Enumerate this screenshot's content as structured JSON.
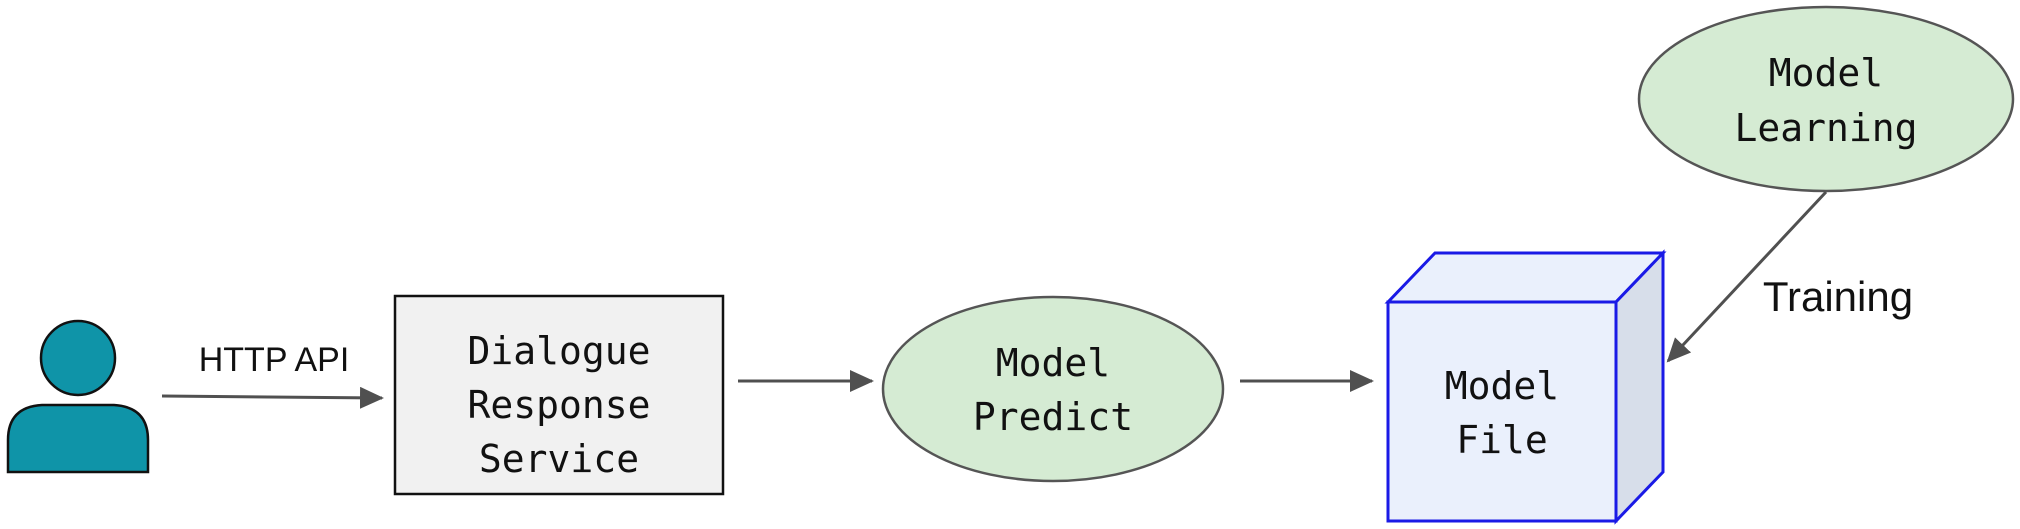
{
  "edges": {
    "http_api_label": "HTTP API",
    "training_label": "Training"
  },
  "nodes": {
    "dialogue_service": {
      "lines": [
        "Dialogue",
        "Response",
        "Service"
      ]
    },
    "model_predict": {
      "lines": [
        "Model",
        "Predict"
      ]
    },
    "model_file": {
      "lines": [
        "Model",
        "File"
      ]
    },
    "model_learning": {
      "lines": [
        "Model",
        "Learning"
      ]
    }
  },
  "icons": {
    "user": "user-icon"
  },
  "colors": {
    "user_icon": "#0F94A8",
    "ellipse_fill": "#D5EBD3",
    "ellipse_stroke": "#555555",
    "box_fill": "#F1F1F1",
    "cube_front": "#EAF0FC",
    "cube_side": "#D7DEEA",
    "cube_stroke": "#1A1AE6",
    "arrow": "#505050"
  }
}
